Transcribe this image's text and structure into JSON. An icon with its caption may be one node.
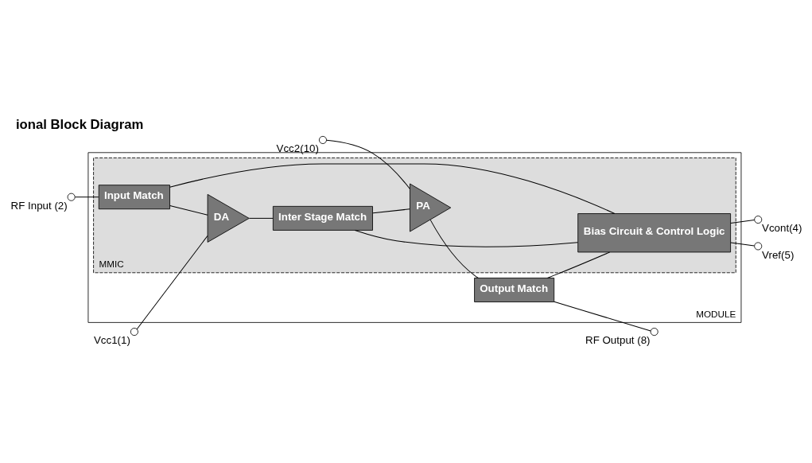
{
  "diagram": {
    "title": "ional Block Diagram",
    "nodes": [
      {
        "text": [
          "MODULE"
        ]
      },
      {
        "text": [
          "MMIC"
        ],
        "in": 0
      },
      {
        "text": [
          "Input Match"
        ],
        "in": 1
      },
      {
        "text": [
          "DA"
        ],
        "in": 1
      },
      {
        "text": [
          "Inter Stage Match"
        ],
        "in": 1
      },
      {
        "text": [
          "PA"
        ],
        "in": 1
      },
      {
        "text": [
          "Bias Circuit & Control Logic"
        ],
        "in": 1
      },
      {
        "text": [
          "Output Match"
        ],
        "in": 0
      },
      {
        "text": [],
        "shape": "circle",
        "beside": [
          "Vcc1(1)"
        ]
      },
      {
        "text": [],
        "shape": "circle",
        "beside": [
          "Vcc2(10)"
        ]
      },
      {
        "text": [],
        "shape": "circle",
        "beside": [
          "RF Input (2)"
        ]
      },
      {
        "text": [],
        "shape": "circle",
        "beside": [
          "RF Output (8)"
        ]
      },
      {
        "text": [],
        "shape": "circle",
        "beside": [
          "Vcont(4)"
        ]
      },
      {
        "text": [],
        "shape": "circle",
        "beside": [
          "Vref(5)"
        ]
      }
    ],
    "edges": [
      {
        "from": 10,
        "to": 2,
        "arrow": "none"
      },
      {
        "from": 2,
        "to": 3,
        "arrow": "none"
      },
      {
        "from": 2,
        "to": 6,
        "arrow": "none"
      },
      {
        "from": 8,
        "to": 3,
        "arrow": "none"
      },
      {
        "from": 3,
        "to": 4,
        "arrow": "none"
      },
      {
        "from": 4,
        "to": 6,
        "arrow": "none"
      },
      {
        "from": 4,
        "to": 5,
        "arrow": "none"
      },
      {
        "from": 9,
        "to": 5,
        "arrow": "none"
      },
      {
        "from": 5,
        "to": 7,
        "arrow": "none"
      },
      {
        "from": 7,
        "to": 11,
        "arrow": "none"
      },
      {
        "from": 7,
        "to": 6,
        "arrow": "none"
      },
      {
        "from": 6,
        "to": 12,
        "arrow": "none"
      },
      {
        "from": 6,
        "to": 13,
        "arrow": "none"
      }
    ]
  }
}
